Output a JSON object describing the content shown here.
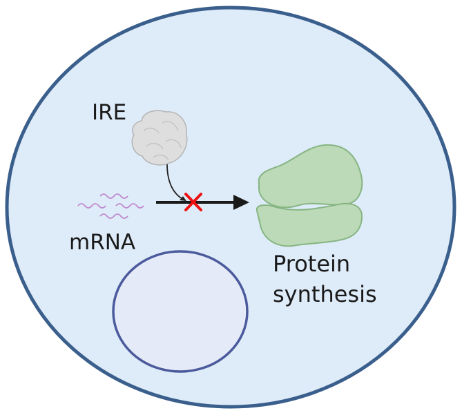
{
  "labels": {
    "ire": "IRE",
    "mrna": "mRNA",
    "protein_line1": "Protein",
    "protein_line2": "synthesis"
  },
  "colors": {
    "cell_fill": "#deebf8",
    "cell_stroke": "#3a5f8c",
    "nucleus_fill": "#e5eaf8",
    "nucleus_stroke": "#4b5a9c",
    "ribosome_fill": "#bcd9b8",
    "ribosome_stroke": "#86b582",
    "mrna": "#c08ad0",
    "inhibit": "#ee1111"
  }
}
